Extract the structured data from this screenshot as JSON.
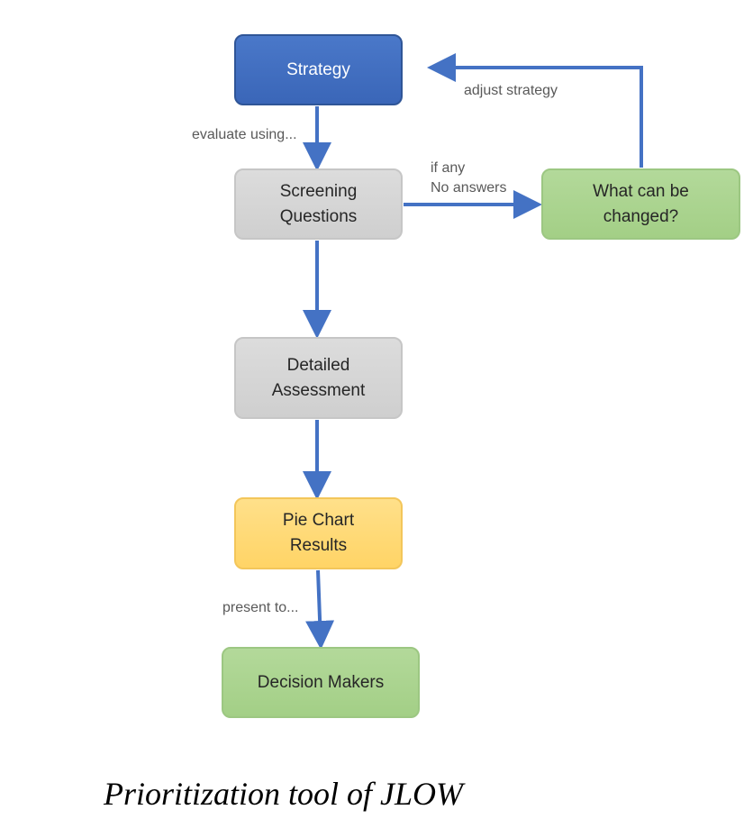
{
  "diagram": {
    "nodes": {
      "strategy": "Strategy",
      "screening": "Screening\nQuestions",
      "detailed": "Detailed\nAssessment",
      "pie": "Pie Chart\nResults",
      "decision": "Decision Makers",
      "changed": "What can be\nchanged?"
    },
    "edges": {
      "evaluate": "evaluate using...",
      "if_any": "if any\nNo answers",
      "adjust": "adjust strategy",
      "present": "present to..."
    },
    "colors": {
      "arrow": "#4472c4",
      "strategy": "#4472c4",
      "screening": "#d9d9d9",
      "detailed": "#d9d9d9",
      "pie": "#ffd966",
      "decision": "#a9d18e",
      "changed": "#a9d18e"
    }
  },
  "caption": "Prioritization tool of JLOW"
}
